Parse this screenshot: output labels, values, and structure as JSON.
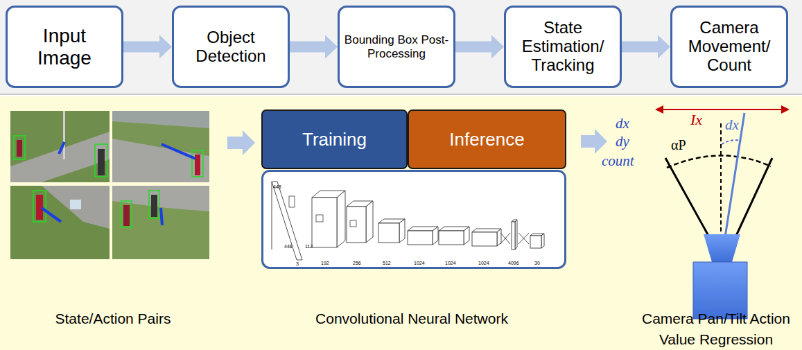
{
  "diagram": {
    "nodes": [
      {
        "text": [
          "Input Image"
        ]
      },
      {
        "text": [
          "Object Detection"
        ]
      },
      {
        "text": [
          "Bounding Box Post- Processing"
        ]
      },
      {
        "text": [
          "State Estimation/ Tracking"
        ]
      },
      {
        "text": [
          "Camera Movement/ Count"
        ]
      },
      {
        "text": [
          "Training"
        ]
      },
      {
        "text": [
          "Inference"
        ]
      }
    ],
    "edges": [
      {
        "from": 0,
        "to": 1,
        "arrow": "to"
      },
      {
        "from": 1,
        "to": 2,
        "arrow": "to"
      },
      {
        "from": 2,
        "to": 3,
        "arrow": "to"
      },
      {
        "from": 3,
        "to": 4,
        "arrow": "to"
      }
    ],
    "labels": [
      "448",
      "448",
      "3",
      "112",
      "192",
      "256",
      "512",
      "1024",
      "1024",
      "1024",
      "4096",
      "30",
      "dx",
      "dy",
      "count",
      "Ix",
      "αP",
      "dx",
      "State/Action Pairs",
      "Convolutional Neural Network",
      "Camera Pan/Tilt Action Value Regression"
    ]
  }
}
